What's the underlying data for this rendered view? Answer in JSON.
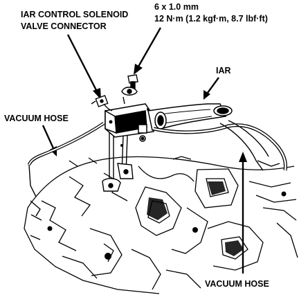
{
  "labels": {
    "solenoid_connector": [
      "IAR CONTROL SOLENOID",
      "VALVE CONNECTOR"
    ],
    "bolt_spec": [
      "6 x 1.0 mm",
      "12 N·m (1.2 kgf·m, 8.7 lbf·ft)"
    ],
    "iar": "IAR",
    "vacuum_hose_left": "VACUUM HOSE",
    "vacuum_hose_bottom": "VACUUM HOSE"
  },
  "colors": {
    "ink": "#000000",
    "paper": "#ffffff"
  }
}
